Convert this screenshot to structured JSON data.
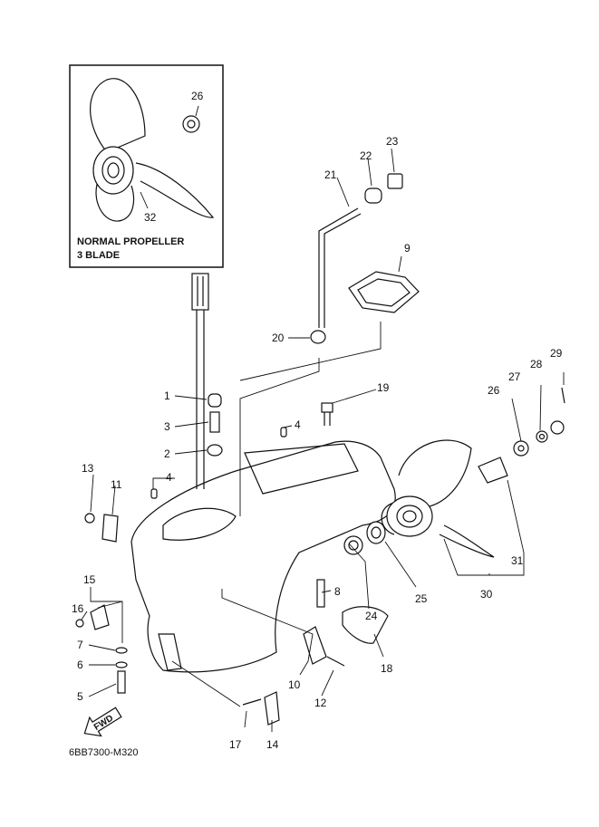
{
  "inset": {
    "note_line1": "NORMAL PROPELLER",
    "note_line2": "3 BLADE",
    "callouts": [
      "26",
      "32"
    ]
  },
  "callouts": [
    "1",
    "2",
    "3",
    "4",
    "4",
    "5",
    "6",
    "7",
    "8",
    "9",
    "10",
    "11",
    "12",
    "13",
    "14",
    "15",
    "16",
    "17",
    "18",
    "19",
    "20",
    "21",
    "22",
    "23",
    "24",
    "25",
    "26",
    "27",
    "28",
    "29",
    "30",
    "31"
  ],
  "fwd_label": "FWD",
  "drawing_code": "6BB7300-M320"
}
